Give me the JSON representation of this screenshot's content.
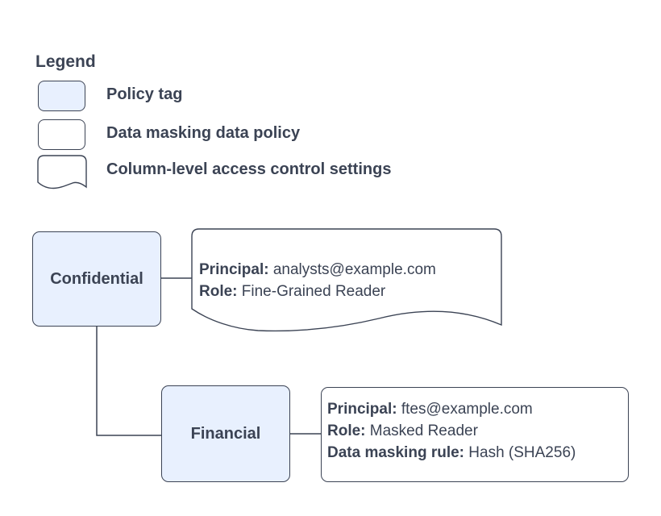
{
  "colors": {
    "background": "#ffffff",
    "policy_tag_fill": "#e8f0fe",
    "shape_fill": "#ffffff",
    "stroke": "#3b4354",
    "text": "#3b4354"
  },
  "legend": {
    "title": "Legend",
    "items": [
      {
        "shape": "policy-tag",
        "label": "Policy tag"
      },
      {
        "shape": "data-masking-data-policy",
        "label": "Data masking data policy"
      },
      {
        "shape": "column-level-access-control-settings",
        "label": "Column-level access control settings"
      }
    ]
  },
  "diagram": {
    "policy_tags": {
      "confidential": {
        "label": "Confidential"
      },
      "financial": {
        "label": "Financial"
      }
    },
    "access_control_settings": {
      "principal_key": "Principal:",
      "principal_value": "analysts@example.com",
      "role_key": "Role:",
      "role_value": "Fine-Grained Reader"
    },
    "data_policy": {
      "principal_key": "Principal:",
      "principal_value": "ftes@example.com",
      "role_key": "Role:",
      "role_value": "Masked Reader",
      "rule_key": "Data masking rule:",
      "rule_value": "Hash (SHA256)"
    }
  }
}
